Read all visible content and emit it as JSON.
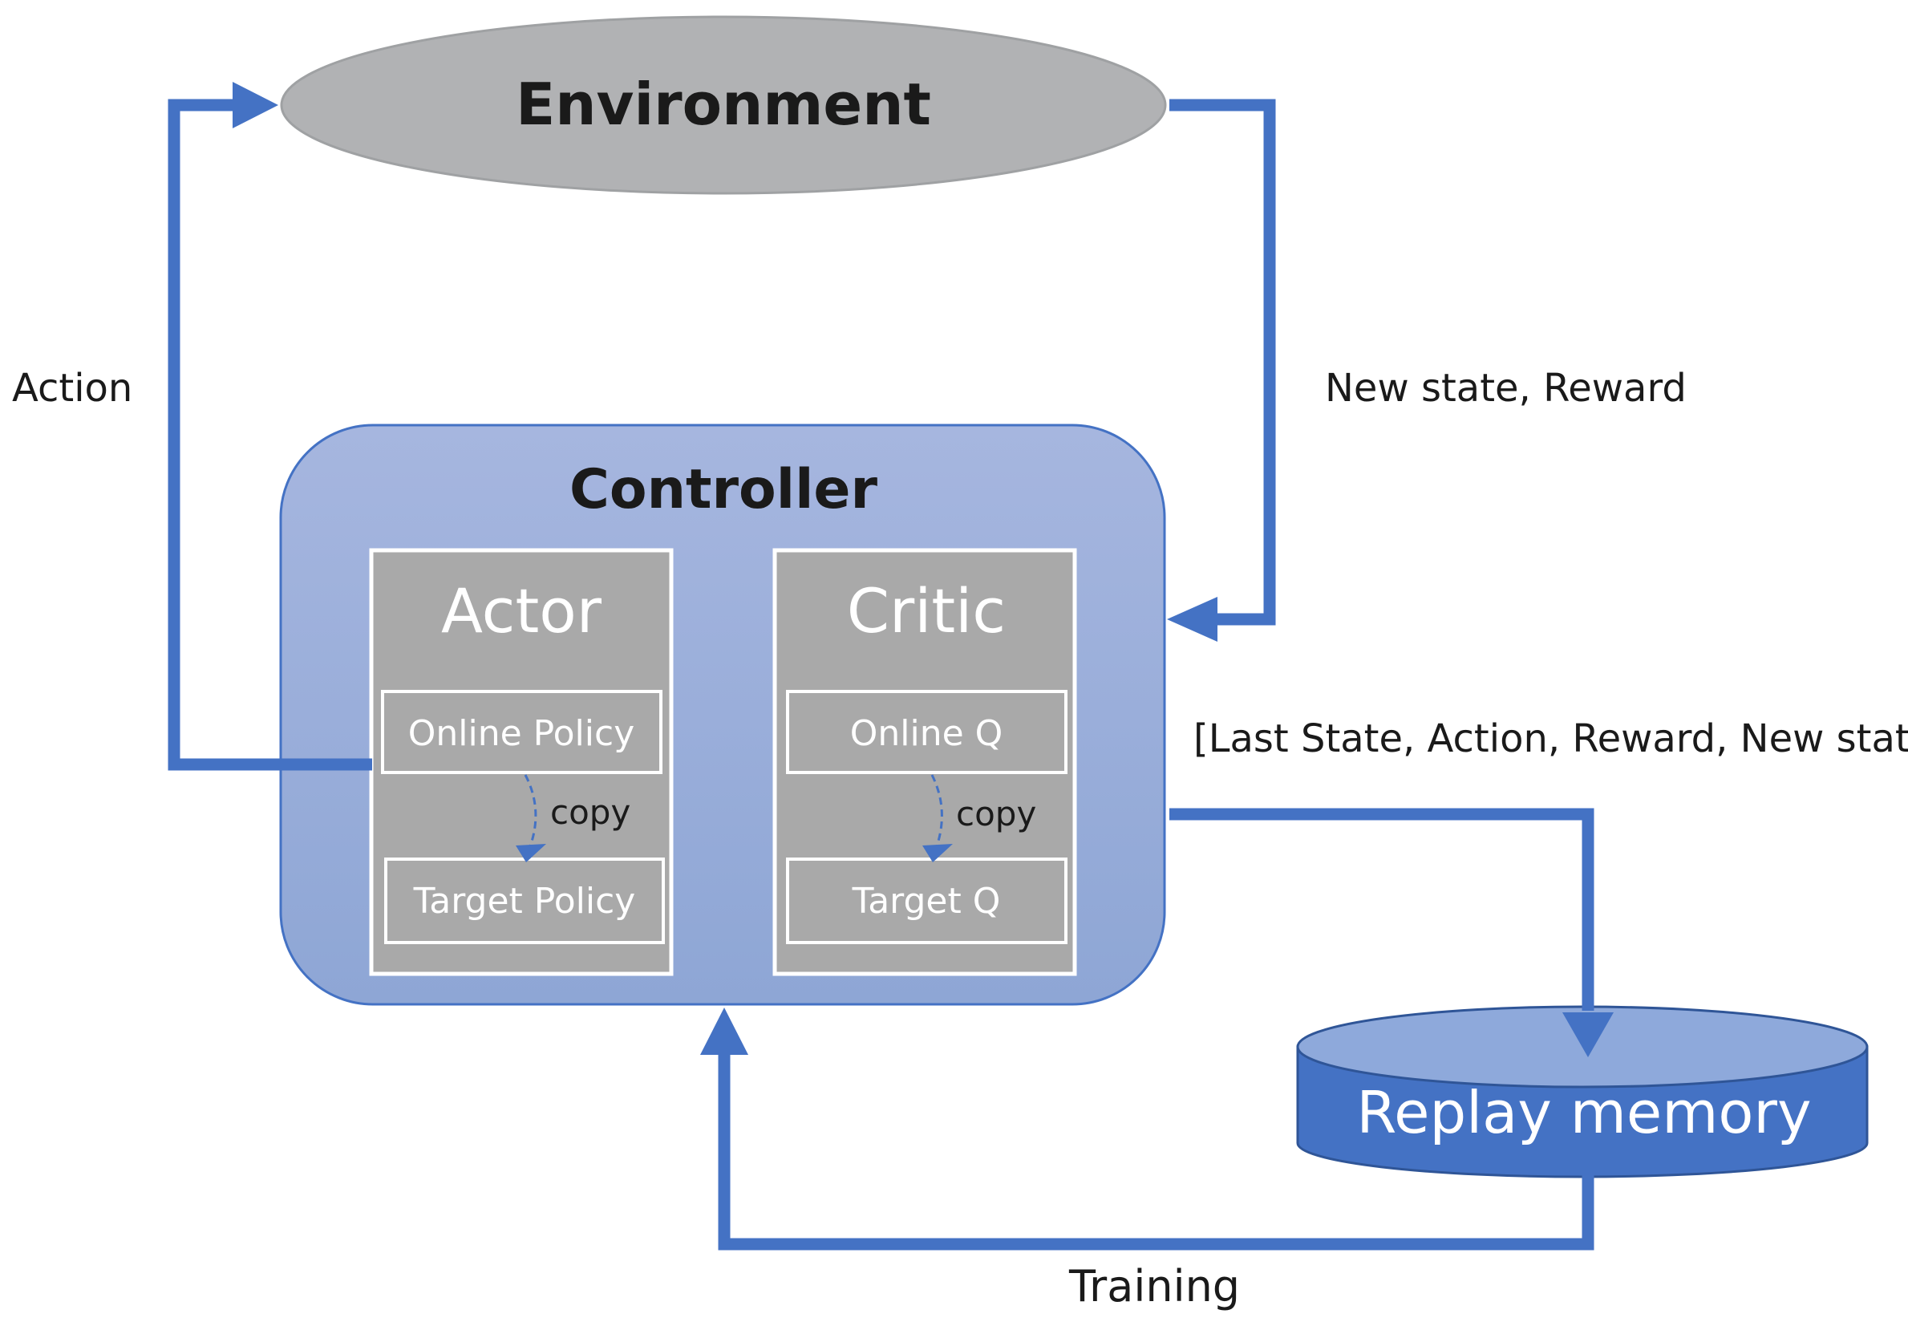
{
  "nodes": {
    "environment": "Environment",
    "controller": "Controller",
    "actor": "Actor",
    "critic": "Critic",
    "online_policy": "Online Policy",
    "target_policy": "Target Policy",
    "online_q": "Online Q",
    "target_q": "Target Q",
    "replay_memory": "Replay memory"
  },
  "edges": {
    "action": "Action",
    "new_state_reward": "New state, Reward",
    "transition": "[Last State, Action, Reward, New state]",
    "training": "Training",
    "actor_copy": "copy",
    "critic_copy": "copy"
  },
  "colors": {
    "arrow": "#4472C4",
    "environment_fill": "#B1B2B4",
    "environment_stroke": "#9FA1A3",
    "controller_fill_top": "#A6B6DF",
    "controller_fill_bottom": "#8EA6D5",
    "controller_stroke": "#4472C4",
    "module_fill": "#A9A9A9",
    "module_border": "#FFFFFF",
    "replay_top": "#8EA9DB",
    "replay_body": "#4472C4",
    "text_dark": "#1A1A1A",
    "text_light": "#FFFFFF"
  }
}
